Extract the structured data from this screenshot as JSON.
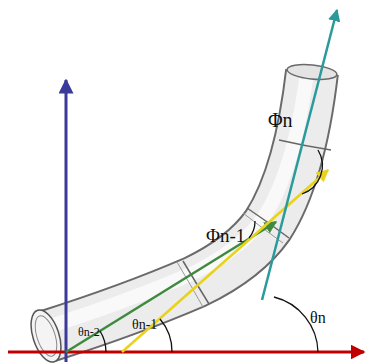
{
  "diagram": {
    "labels": [
      "Φn",
      "Φn-1",
      "θn-2",
      "θn-1",
      "θn"
    ]
  }
}
